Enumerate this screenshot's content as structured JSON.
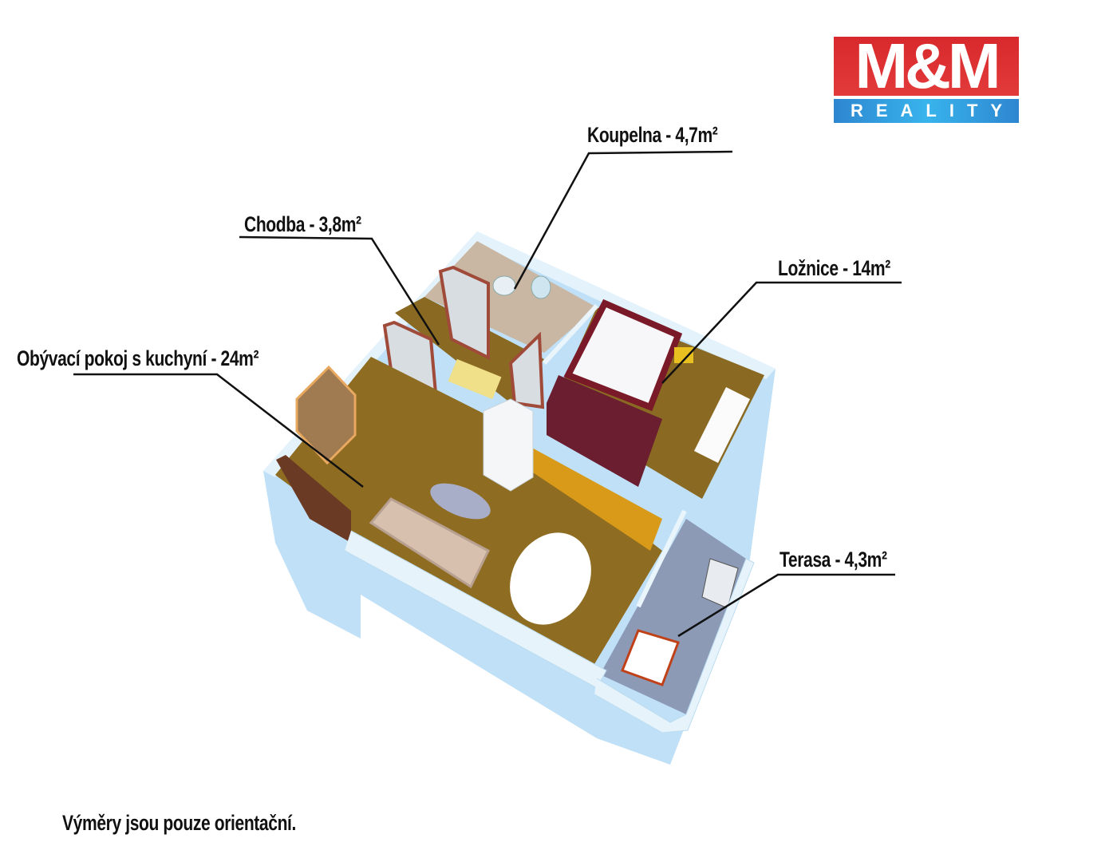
{
  "logo": {
    "top": "M&M",
    "bottom": "REALITY"
  },
  "rooms": [
    {
      "label": "Koupelna - 4,7m²"
    },
    {
      "label": "Chodba - 3,8m²"
    },
    {
      "label": "Ložnice - 14m²"
    },
    {
      "label": "Obývací pokoj s kuchyní - 24m²"
    },
    {
      "label": "Terasa - 4,3m²"
    }
  ],
  "footer_note": "Výměry jsou pouze orientační.",
  "colors": {
    "logo_red": "#d8292d",
    "logo_blue": "#38b4ec",
    "wood": "#8a6a22",
    "wall": "#d6ecf8"
  }
}
